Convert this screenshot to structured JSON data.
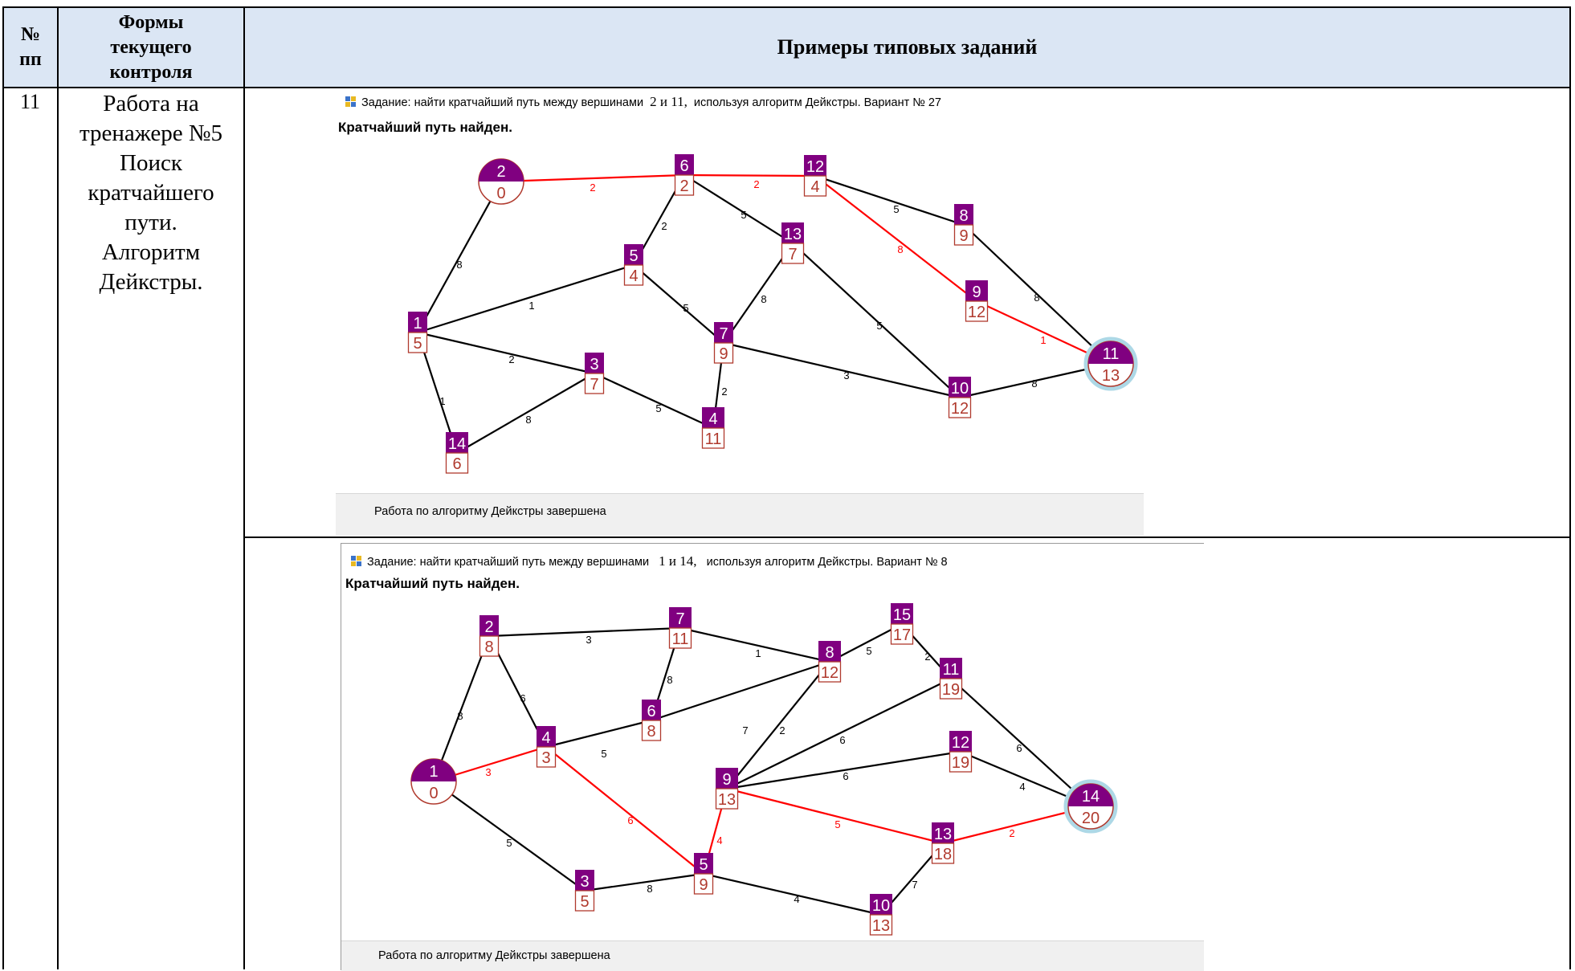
{
  "header": {
    "num_label": "№ пп",
    "forms_label": "Формы текущего контроля",
    "examples_label": "Примеры типовых заданий"
  },
  "row": {
    "number": "11",
    "form_lines": [
      "Работа на",
      "тренажере №5",
      "Поиск",
      "кратчайшего",
      "пути.",
      "Алгоритм",
      "Дейкстры."
    ]
  },
  "tasks": [
    {
      "title_prefix": "Задание: найти кратчайший путь между вершинами",
      "vertices_text": "2 и  11,",
      "title_suffix": "используя алгоритм Дейкстры. Вариант № 27",
      "subtitle": "Кратчайший путь найден.",
      "status": "Работа по  алгоритму Дейкстры завершена",
      "start": "2",
      "end": "11",
      "nodes": [
        {
          "id": "2",
          "label": "0"
        },
        {
          "id": "6",
          "label": "2"
        },
        {
          "id": "12",
          "label": "4"
        },
        {
          "id": "8",
          "label": "9"
        },
        {
          "id": "13",
          "label": "7"
        },
        {
          "id": "5",
          "label": "4"
        },
        {
          "id": "9",
          "label": "12"
        },
        {
          "id": "1",
          "label": "5"
        },
        {
          "id": "7",
          "label": "9"
        },
        {
          "id": "3",
          "label": "7"
        },
        {
          "id": "11",
          "label": "13"
        },
        {
          "id": "10",
          "label": "12"
        },
        {
          "id": "4",
          "label": "11"
        },
        {
          "id": "14",
          "label": "6"
        }
      ],
      "edges": [
        {
          "from": "2",
          "to": "6",
          "w": "2",
          "path": true
        },
        {
          "from": "6",
          "to": "12",
          "w": "2",
          "path": true
        },
        {
          "from": "12",
          "to": "9",
          "w": "8",
          "path": true
        },
        {
          "from": "9",
          "to": "11",
          "w": "1",
          "path": true
        },
        {
          "from": "12",
          "to": "8",
          "w": "5",
          "path": false
        },
        {
          "from": "8",
          "to": "11",
          "w": "8",
          "path": false
        },
        {
          "from": "6",
          "to": "13",
          "w": "5",
          "path": false
        },
        {
          "from": "6",
          "to": "5",
          "w": "2",
          "path": false
        },
        {
          "from": "2",
          "to": "1",
          "w": "8",
          "path": false
        },
        {
          "from": "1",
          "to": "5",
          "w": "1",
          "path": false
        },
        {
          "from": "5",
          "to": "7",
          "w": "5",
          "path": false
        },
        {
          "from": "13",
          "to": "7",
          "w": "8",
          "path": false
        },
        {
          "from": "13",
          "to": "10",
          "w": "5",
          "path": false
        },
        {
          "from": "1",
          "to": "3",
          "w": "2",
          "path": false
        },
        {
          "from": "1",
          "to": "14",
          "w": "1",
          "path": false
        },
        {
          "from": "14",
          "to": "3",
          "w": "8",
          "path": false
        },
        {
          "from": "3",
          "to": "4",
          "w": "5",
          "path": false
        },
        {
          "from": "7",
          "to": "4",
          "w": "2",
          "path": false
        },
        {
          "from": "7",
          "to": "10",
          "w": "3",
          "path": false
        },
        {
          "from": "10",
          "to": "11",
          "w": "8",
          "path": false
        }
      ]
    },
    {
      "title_prefix": "Задание: найти кратчайший путь между вершинами",
      "vertices_text": "1 и 14,",
      "title_suffix": "используя алгоритм Дейкстры. Вариант № 8",
      "subtitle": "Кратчайший путь найден.",
      "status": "Работа по  алгоритму Дейкстры завершена",
      "start": "1",
      "end": "14",
      "nodes": [
        {
          "id": "2",
          "label": "8"
        },
        {
          "id": "7",
          "label": "11"
        },
        {
          "id": "15",
          "label": "17"
        },
        {
          "id": "8",
          "label": "12"
        },
        {
          "id": "11",
          "label": "19"
        },
        {
          "id": "6",
          "label": "8"
        },
        {
          "id": "4",
          "label": "3"
        },
        {
          "id": "12",
          "label": "19"
        },
        {
          "id": "1",
          "label": "0"
        },
        {
          "id": "9",
          "label": "13"
        },
        {
          "id": "14",
          "label": "20"
        },
        {
          "id": "13",
          "label": "18"
        },
        {
          "id": "5",
          "label": "9"
        },
        {
          "id": "3",
          "label": "5"
        },
        {
          "id": "10",
          "label": "13"
        }
      ],
      "edges": [
        {
          "from": "1",
          "to": "4",
          "w": "3",
          "path": true
        },
        {
          "from": "4",
          "to": "5",
          "w": "6",
          "path": true
        },
        {
          "from": "5",
          "to": "9",
          "w": "4",
          "path": true
        },
        {
          "from": "9",
          "to": "13",
          "w": "5",
          "path": true
        },
        {
          "from": "13",
          "to": "14",
          "w": "2",
          "path": true
        },
        {
          "from": "1",
          "to": "2",
          "w": "8",
          "path": false
        },
        {
          "from": "2",
          "to": "7",
          "w": "3",
          "path": false
        },
        {
          "from": "2",
          "to": "4",
          "w": "6",
          "path": false
        },
        {
          "from": "7",
          "to": "8",
          "w": "1",
          "path": false
        },
        {
          "from": "7",
          "to": "6",
          "w": "8",
          "path": false
        },
        {
          "from": "4",
          "to": "6",
          "w": "5",
          "path": false
        },
        {
          "from": "6",
          "to": "8",
          "w": "7",
          "path": false
        },
        {
          "from": "8",
          "to": "15",
          "w": "5",
          "path": false
        },
        {
          "from": "15",
          "to": "11",
          "w": "2",
          "path": false
        },
        {
          "from": "8",
          "to": "9",
          "w": "2",
          "path": false
        },
        {
          "from": "9",
          "to": "11",
          "w": "6",
          "path": false
        },
        {
          "from": "9",
          "to": "12",
          "w": "6",
          "path": false
        },
        {
          "from": "11",
          "to": "14",
          "w": "6",
          "path": false
        },
        {
          "from": "12",
          "to": "14",
          "w": "4",
          "path": false
        },
        {
          "from": "1",
          "to": "3",
          "w": "5",
          "path": false
        },
        {
          "from": "3",
          "to": "5",
          "w": "8",
          "path": false
        },
        {
          "from": "5",
          "to": "10",
          "w": "4",
          "path": false
        },
        {
          "from": "10",
          "to": "13",
          "w": "7",
          "path": false
        }
      ]
    }
  ],
  "colors": {
    "header_bg": "#dbe6f4",
    "node_fill": "#800080",
    "value_text": "#b03a2e",
    "path_edge": "#ff0000",
    "normal_edge": "#000000",
    "target_ring": "#add8e6",
    "status_bg": "#f0f0f0"
  }
}
